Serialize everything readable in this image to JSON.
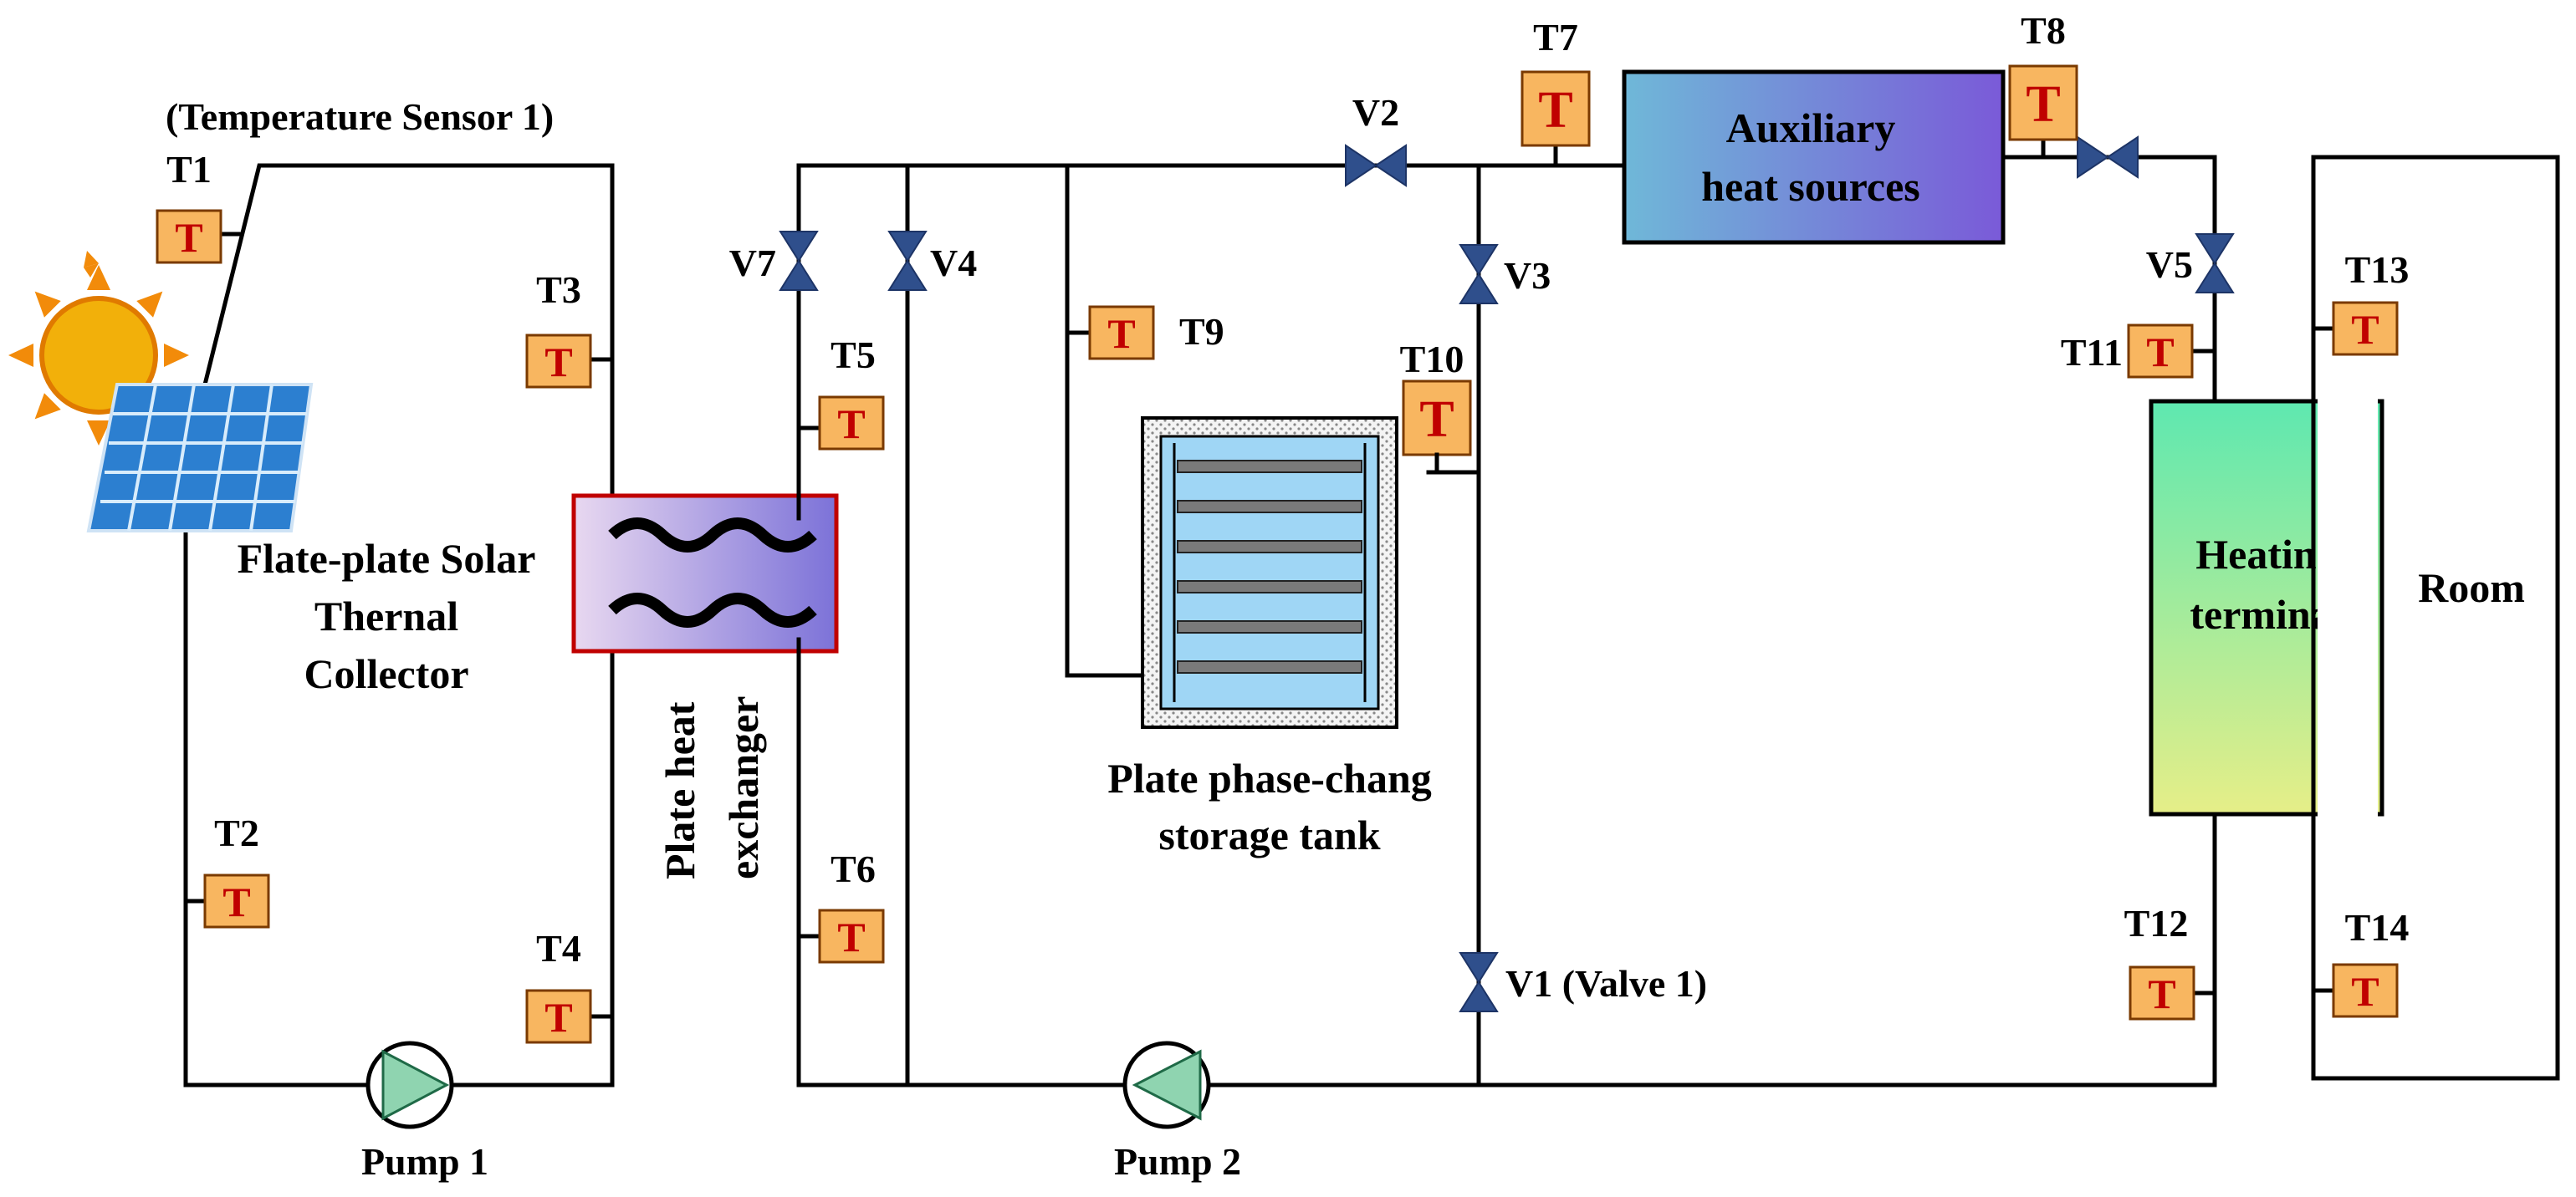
{
  "title_annotation": "(Temperature Sensor 1)",
  "components": {
    "collector": [
      "Flate-plate Solar",
      "Thernal",
      "Collector"
    ],
    "heat_exchanger": [
      "Plate heat",
      "exchanger"
    ],
    "storage_tank": [
      "Plate phase-chang",
      "storage tank"
    ],
    "auxiliary": [
      "Auxiliary",
      "heat sources"
    ],
    "terminal": [
      "Heating",
      "terminal"
    ],
    "room": "Room",
    "pump1": "Pump 1",
    "pump2": "Pump 2"
  },
  "sensors": [
    "T1",
    "T2",
    "T3",
    "T4",
    "T5",
    "T6",
    "T7",
    "T8",
    "T9",
    "T10",
    "T11",
    "T12",
    "T13",
    "T14"
  ],
  "sensor_glyph": "T",
  "valves": [
    "V1 (Valve 1)",
    "V2",
    "V3",
    "V4",
    "V5",
    "V7"
  ],
  "colors": {
    "sensor_fill": "#f8b660",
    "sensor_glyph": "#c00000",
    "valve": "#2f4f8c",
    "pump_fill": "#8fd4b0",
    "exchanger_border": "#c00000",
    "tank_fill": "#9fd6f5",
    "sun": "#f2a007",
    "panel": "#2c7fd0"
  }
}
